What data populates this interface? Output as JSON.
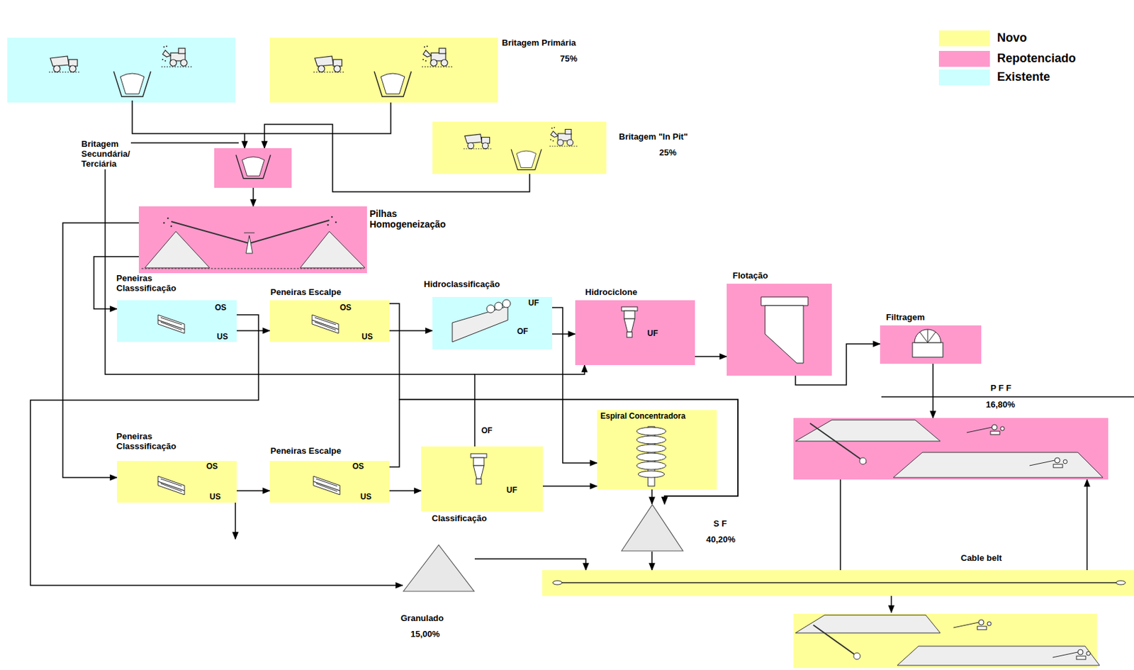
{
  "diagram": {
    "nodes": [
      {
        "text": [
          "Britagem Primária",
          "75%"
        ]
      },
      {
        "text": [
          "Britagem \"In Pit\"",
          "25%"
        ]
      },
      {
        "text": [
          "Britagem Secundária/ Terciária"
        ]
      },
      {
        "text": [
          "Pilhas Homogeneização"
        ]
      },
      {
        "text": [
          "Peneiras Classsificação"
        ]
      },
      {
        "text": [
          "Peneiras Escalpe"
        ]
      },
      {
        "text": [
          "Hidroclassificação"
        ]
      },
      {
        "text": [
          "Hidrociclone"
        ]
      },
      {
        "text": [
          "Flotação"
        ]
      },
      {
        "text": [
          "Filtragem"
        ]
      },
      {
        "text": [
          "P F F",
          "16,80%"
        ]
      },
      {
        "text": [
          "Peneiras Classsificação"
        ]
      },
      {
        "text": [
          "Peneiras Escalpe"
        ]
      },
      {
        "text": [
          "Classificação"
        ]
      },
      {
        "text": [
          "Espiral Concentradora"
        ]
      },
      {
        "text": [
          "S F",
          "40,20%"
        ]
      },
      {
        "text": [
          "Granulado",
          "15,00%"
        ]
      },
      {
        "text": [
          "Cable belt"
        ]
      }
    ],
    "edges": [
      {
        "from": 0,
        "to": 2,
        "arrow": "to"
      },
      {
        "from": 1,
        "to": 2,
        "arrow": "to"
      },
      {
        "from": 2,
        "to": 3,
        "arrow": "to"
      },
      {
        "from": 3,
        "to": 4,
        "arrow": "to"
      },
      {
        "from": 3,
        "to": 11,
        "arrow": "to"
      },
      {
        "from": 4,
        "to": 5,
        "arrow": "to"
      },
      {
        "from": 5,
        "to": 6,
        "arrow": "to"
      },
      {
        "from": 6,
        "to": 7,
        "arrow": "to"
      },
      {
        "from": 7,
        "to": 8,
        "arrow": "to"
      },
      {
        "from": 8,
        "to": 9,
        "arrow": "to"
      },
      {
        "from": 9,
        "to": 10,
        "arrow": "to"
      },
      {
        "from": 11,
        "to": 12,
        "arrow": "to"
      },
      {
        "from": 12,
        "to": 13,
        "arrow": "to"
      },
      {
        "from": 13,
        "to": 14,
        "arrow": "to"
      },
      {
        "from": 13,
        "to": 7,
        "arrow": "to"
      },
      {
        "from": 6,
        "to": 14,
        "arrow": "to"
      },
      {
        "from": 14,
        "to": 15,
        "arrow": "to"
      },
      {
        "from": 4,
        "to": 16,
        "arrow": "to"
      },
      {
        "from": 5,
        "to": 15,
        "arrow": "to"
      },
      {
        "from": 12,
        "to": 15,
        "arrow": "to"
      },
      {
        "from": 16,
        "to": 17,
        "arrow": "to"
      },
      {
        "from": 15,
        "to": 17,
        "arrow": "to"
      },
      {
        "from": 17,
        "to": 10,
        "arrow": "to"
      },
      {
        "from": 10,
        "to": 17,
        "arrow": "none"
      }
    ],
    "labels": [
      "OS",
      "US",
      "OS",
      "US",
      "UF",
      "OF",
      "UF",
      "OS",
      "US",
      "OS",
      "US",
      "OF",
      "UF"
    ],
    "legend": [
      {
        "text": "Novo",
        "color": "#ffff99"
      },
      {
        "text": "Repotenciado",
        "color": "#ff99cc"
      },
      {
        "text": "Existente",
        "color": "#ccffff"
      }
    ]
  }
}
